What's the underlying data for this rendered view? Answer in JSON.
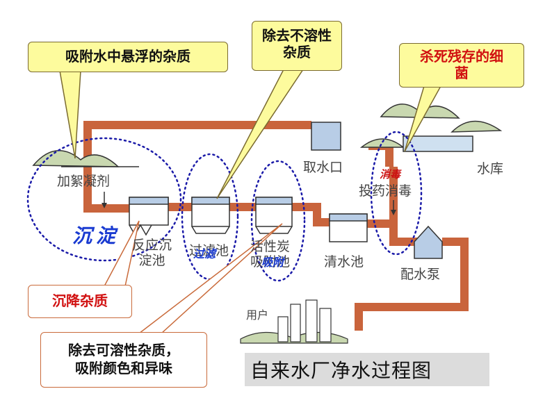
{
  "callouts": {
    "adsorb_suspended": "吸附水中悬浮的杂质",
    "remove_insoluble_line1": "除去不溶性",
    "remove_insoluble_line2": "杂质",
    "kill_bacteria_line1": "杀死残存的细",
    "kill_bacteria_line2": "菌",
    "settle_impurities": "沉降杂质",
    "remove_soluble_line1": "除去可溶性杂质，",
    "remove_soluble_line2": "吸附颜色和异味"
  },
  "stations": {
    "coagulant": "加絮凝剂",
    "water_intake": "取水口",
    "reservoir": "水库",
    "add_disinfectant": "投药消毒",
    "sedimentation_line1": "反应沉",
    "sedimentation_line2": "淀池",
    "filter_pool": "过滤池",
    "carbon_line1": "活性炭",
    "carbon_line2": "吸附池",
    "clean_water_pool": "清水池",
    "distribution_pump": "配水泵",
    "user": "用户"
  },
  "annotations": {
    "precipitation": "沉淀",
    "filtration": "过滤",
    "adsorption": "吸附",
    "disinfection": "消毒"
  },
  "title": "自来水厂净水过程图",
  "colors": {
    "pipe": "#c9643c",
    "tank_top": "#b8cde6",
    "callout_yellow": "#fdfb9d",
    "dotted_circle": "#1a1aa8",
    "red_text": "#d11010",
    "blue_text": "#1a3bd1"
  }
}
